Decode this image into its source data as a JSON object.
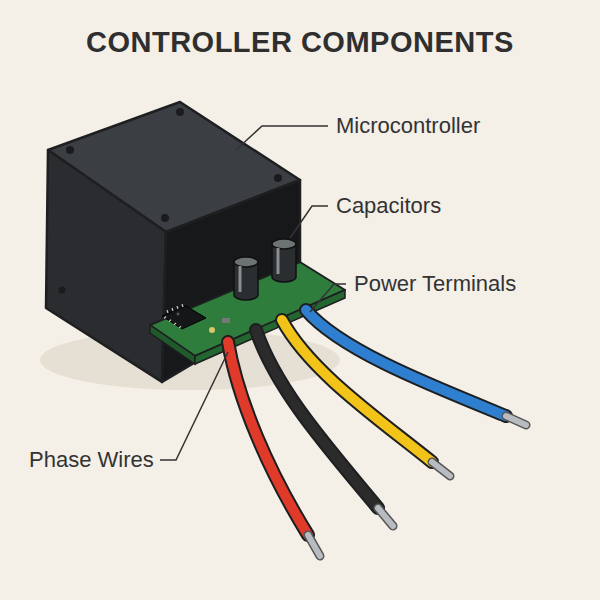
{
  "diagram": {
    "title": "CONTROLLER COMPONENTS",
    "labels": [
      "Microcontroller",
      "Capacitors",
      "Power Terminals",
      "Phase Wires"
    ]
  }
}
